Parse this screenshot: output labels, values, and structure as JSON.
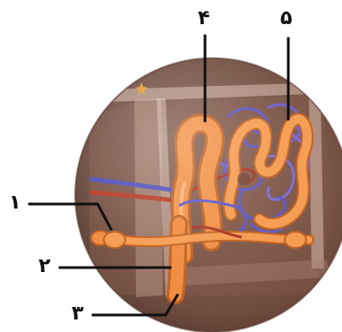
{
  "labels": {
    "l1": "۱",
    "l2": "۲",
    "l3": "۳",
    "l4": "۴",
    "l5": "۵"
  },
  "colors": {
    "tissue": "#7a5346",
    "tissue_dark": "#5a3a30",
    "tubule": "#f08a3c",
    "tubule_shadow": "#c05f1e",
    "vessel_blue": "#5a55c8",
    "vessel_red": "#b5341f",
    "line": "#111111"
  }
}
